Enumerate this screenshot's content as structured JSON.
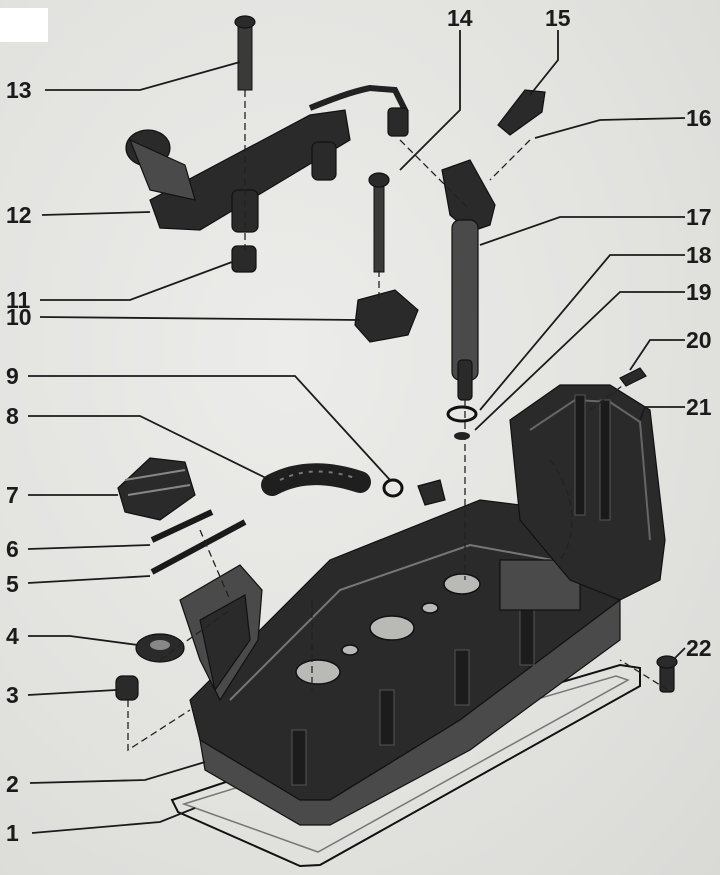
{
  "callouts": [
    {
      "id": "1",
      "label": "1"
    },
    {
      "id": "2",
      "label": "2"
    },
    {
      "id": "3",
      "label": "3"
    },
    {
      "id": "4",
      "label": "4"
    },
    {
      "id": "5",
      "label": "5"
    },
    {
      "id": "6",
      "label": "6"
    },
    {
      "id": "7",
      "label": "7"
    },
    {
      "id": "8",
      "label": "8"
    },
    {
      "id": "9",
      "label": "9"
    },
    {
      "id": "10",
      "label": "10"
    },
    {
      "id": "11",
      "label": "11"
    },
    {
      "id": "12",
      "label": "12"
    },
    {
      "id": "13",
      "label": "13"
    },
    {
      "id": "14",
      "label": "14"
    },
    {
      "id": "15",
      "label": "15"
    },
    {
      "id": "16",
      "label": "16"
    },
    {
      "id": "17",
      "label": "17"
    },
    {
      "id": "18",
      "label": "18"
    },
    {
      "id": "19",
      "label": "19"
    },
    {
      "id": "20",
      "label": "20"
    },
    {
      "id": "21",
      "label": "21"
    },
    {
      "id": "22",
      "label": "22"
    }
  ],
  "colors": {
    "background": "#e4e4e2",
    "ink": "#1b1b1b",
    "part_dark": "#2a2a2a"
  }
}
